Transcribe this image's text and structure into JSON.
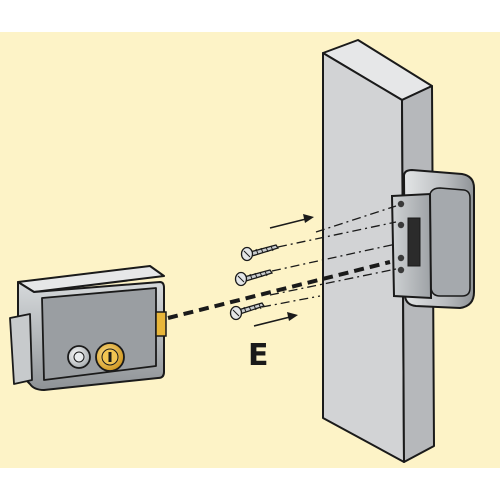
{
  "diagram": {
    "step_label": "E",
    "colors": {
      "background": "#fdf3c7",
      "frame": "#ffffff",
      "outline": "#1a1a1a",
      "metal": "#b8bcbf",
      "metal_dark": "#8c9094",
      "door_face": "#d2d3d5",
      "door_side": "#b6b8bb",
      "brass": "#e8b63a"
    },
    "parts": [
      "lock-body",
      "key-cylinder",
      "keeper-strike-plate",
      "door-frame-post",
      "screws"
    ]
  }
}
